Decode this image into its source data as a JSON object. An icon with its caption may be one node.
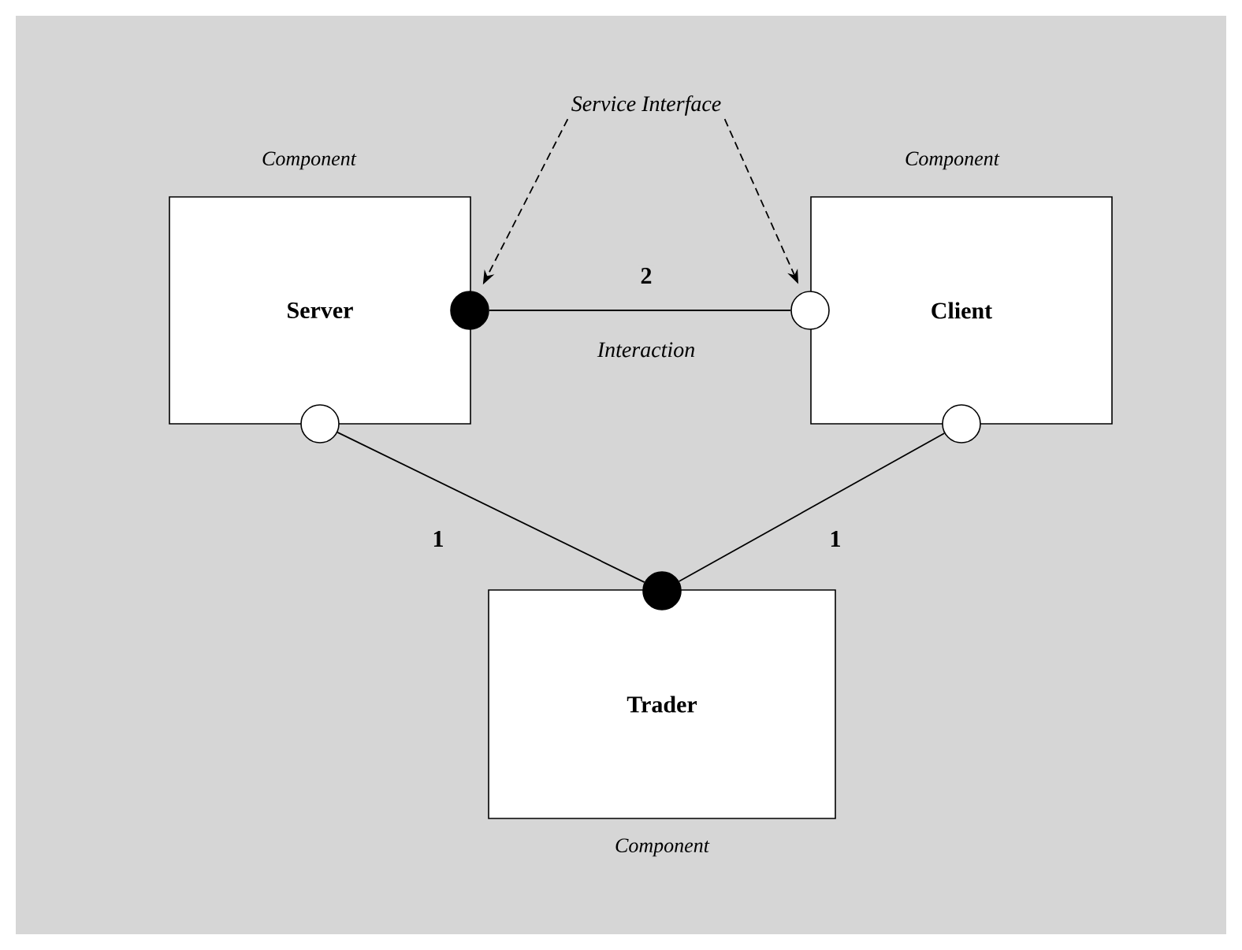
{
  "diagram": {
    "nodes": [
      {
        "text": [
          "Server"
        ],
        "beside": [
          "Component"
        ]
      },
      {
        "text": [
          "Client"
        ],
        "beside": [
          "Component"
        ]
      },
      {
        "text": [
          "Trader"
        ],
        "beside": [
          "Component"
        ]
      },
      {
        "text": [
          "Service Interface"
        ]
      },
      {
        "text": [],
        "shape": "dot"
      },
      {
        "text": [],
        "shape": "circle"
      },
      {
        "text": [],
        "shape": "circle"
      },
      {
        "text": [],
        "shape": "circle"
      },
      {
        "text": [],
        "shape": "dot"
      }
    ],
    "edges": [
      {
        "from": 4,
        "to": 5,
        "arrow": "none",
        "label": "2"
      },
      {
        "from": 6,
        "to": 8,
        "arrow": "none",
        "label": "1"
      },
      {
        "from": 7,
        "to": 8,
        "arrow": "none",
        "label": "1"
      },
      {
        "from": 3,
        "to": 4,
        "arrow": "to",
        "style": "dashed"
      },
      {
        "from": 3,
        "to": 5,
        "arrow": "to",
        "style": "dashed"
      }
    ],
    "labels": [
      "Interaction"
    ]
  }
}
